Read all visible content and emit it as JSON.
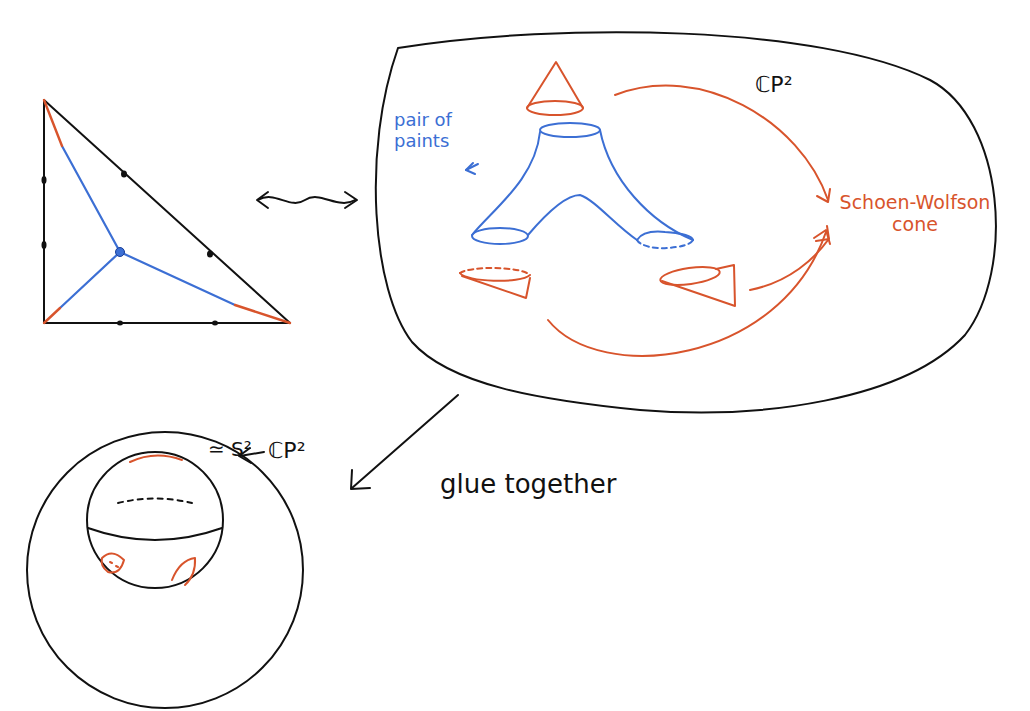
{
  "diagram": {
    "labels": [
      "ℂP²",
      "pair of paints",
      "Schoen-Wolfson cone",
      "glue together",
      "ℂP²",
      "≃ S²"
    ]
  }
}
